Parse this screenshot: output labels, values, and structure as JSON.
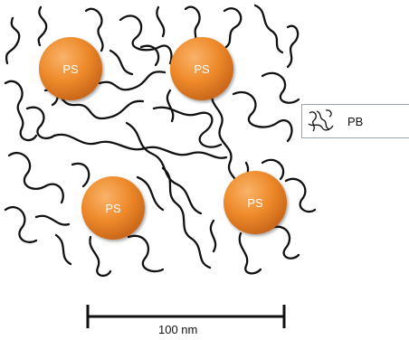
{
  "diagram": {
    "spheres": [
      {
        "label": "PS",
        "color": "#ee8a2a"
      },
      {
        "label": "PS",
        "color": "#ee8a2a"
      },
      {
        "label": "PS",
        "color": "#ee8a2a"
      },
      {
        "label": "PS",
        "color": "#ee8a2a"
      }
    ],
    "legend": {
      "label": "PB"
    },
    "scale_bar": {
      "label": "100 nm"
    }
  }
}
